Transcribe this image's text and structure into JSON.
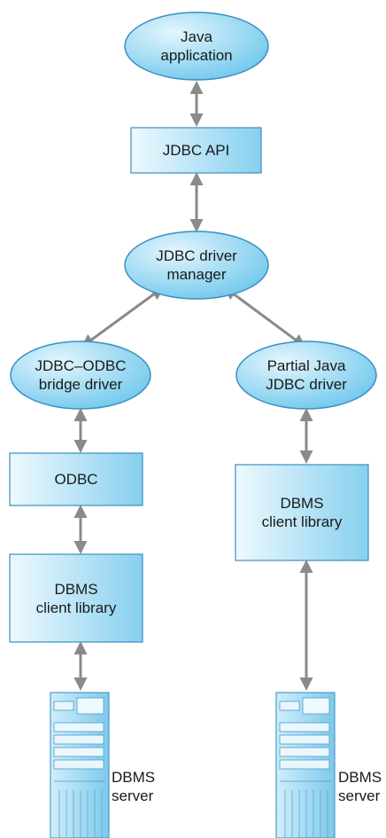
{
  "nodes": {
    "java_app": {
      "line1": "Java",
      "line2": "application"
    },
    "jdbc_api": {
      "line1": "JDBC API"
    },
    "driver_manager": {
      "line1": "JDBC driver",
      "line2": "manager"
    },
    "bridge_driver": {
      "line1": "JDBC–ODBC",
      "line2": "bridge driver"
    },
    "partial_driver": {
      "line1": "Partial Java",
      "line2": "JDBC driver"
    },
    "odbc": {
      "line1": "ODBC"
    },
    "client_lib_left": {
      "line1": "DBMS",
      "line2": "client library"
    },
    "client_lib_right": {
      "line1": "DBMS",
      "line2": "client library"
    },
    "server_left": {
      "line1": "DBMS",
      "line2": "server"
    },
    "server_right": {
      "line1": "DBMS",
      "line2": "server"
    }
  },
  "colors": {
    "ellipse_fill_light": "#d8f0fb",
    "ellipse_fill_dark": "#7ccdee",
    "box_fill_light": "#e6f5fc",
    "box_fill_dark": "#8cd3f0",
    "stroke": "#3a8fbf",
    "arrow": "#8a8a8a",
    "server_body": "#a9dbf2"
  }
}
